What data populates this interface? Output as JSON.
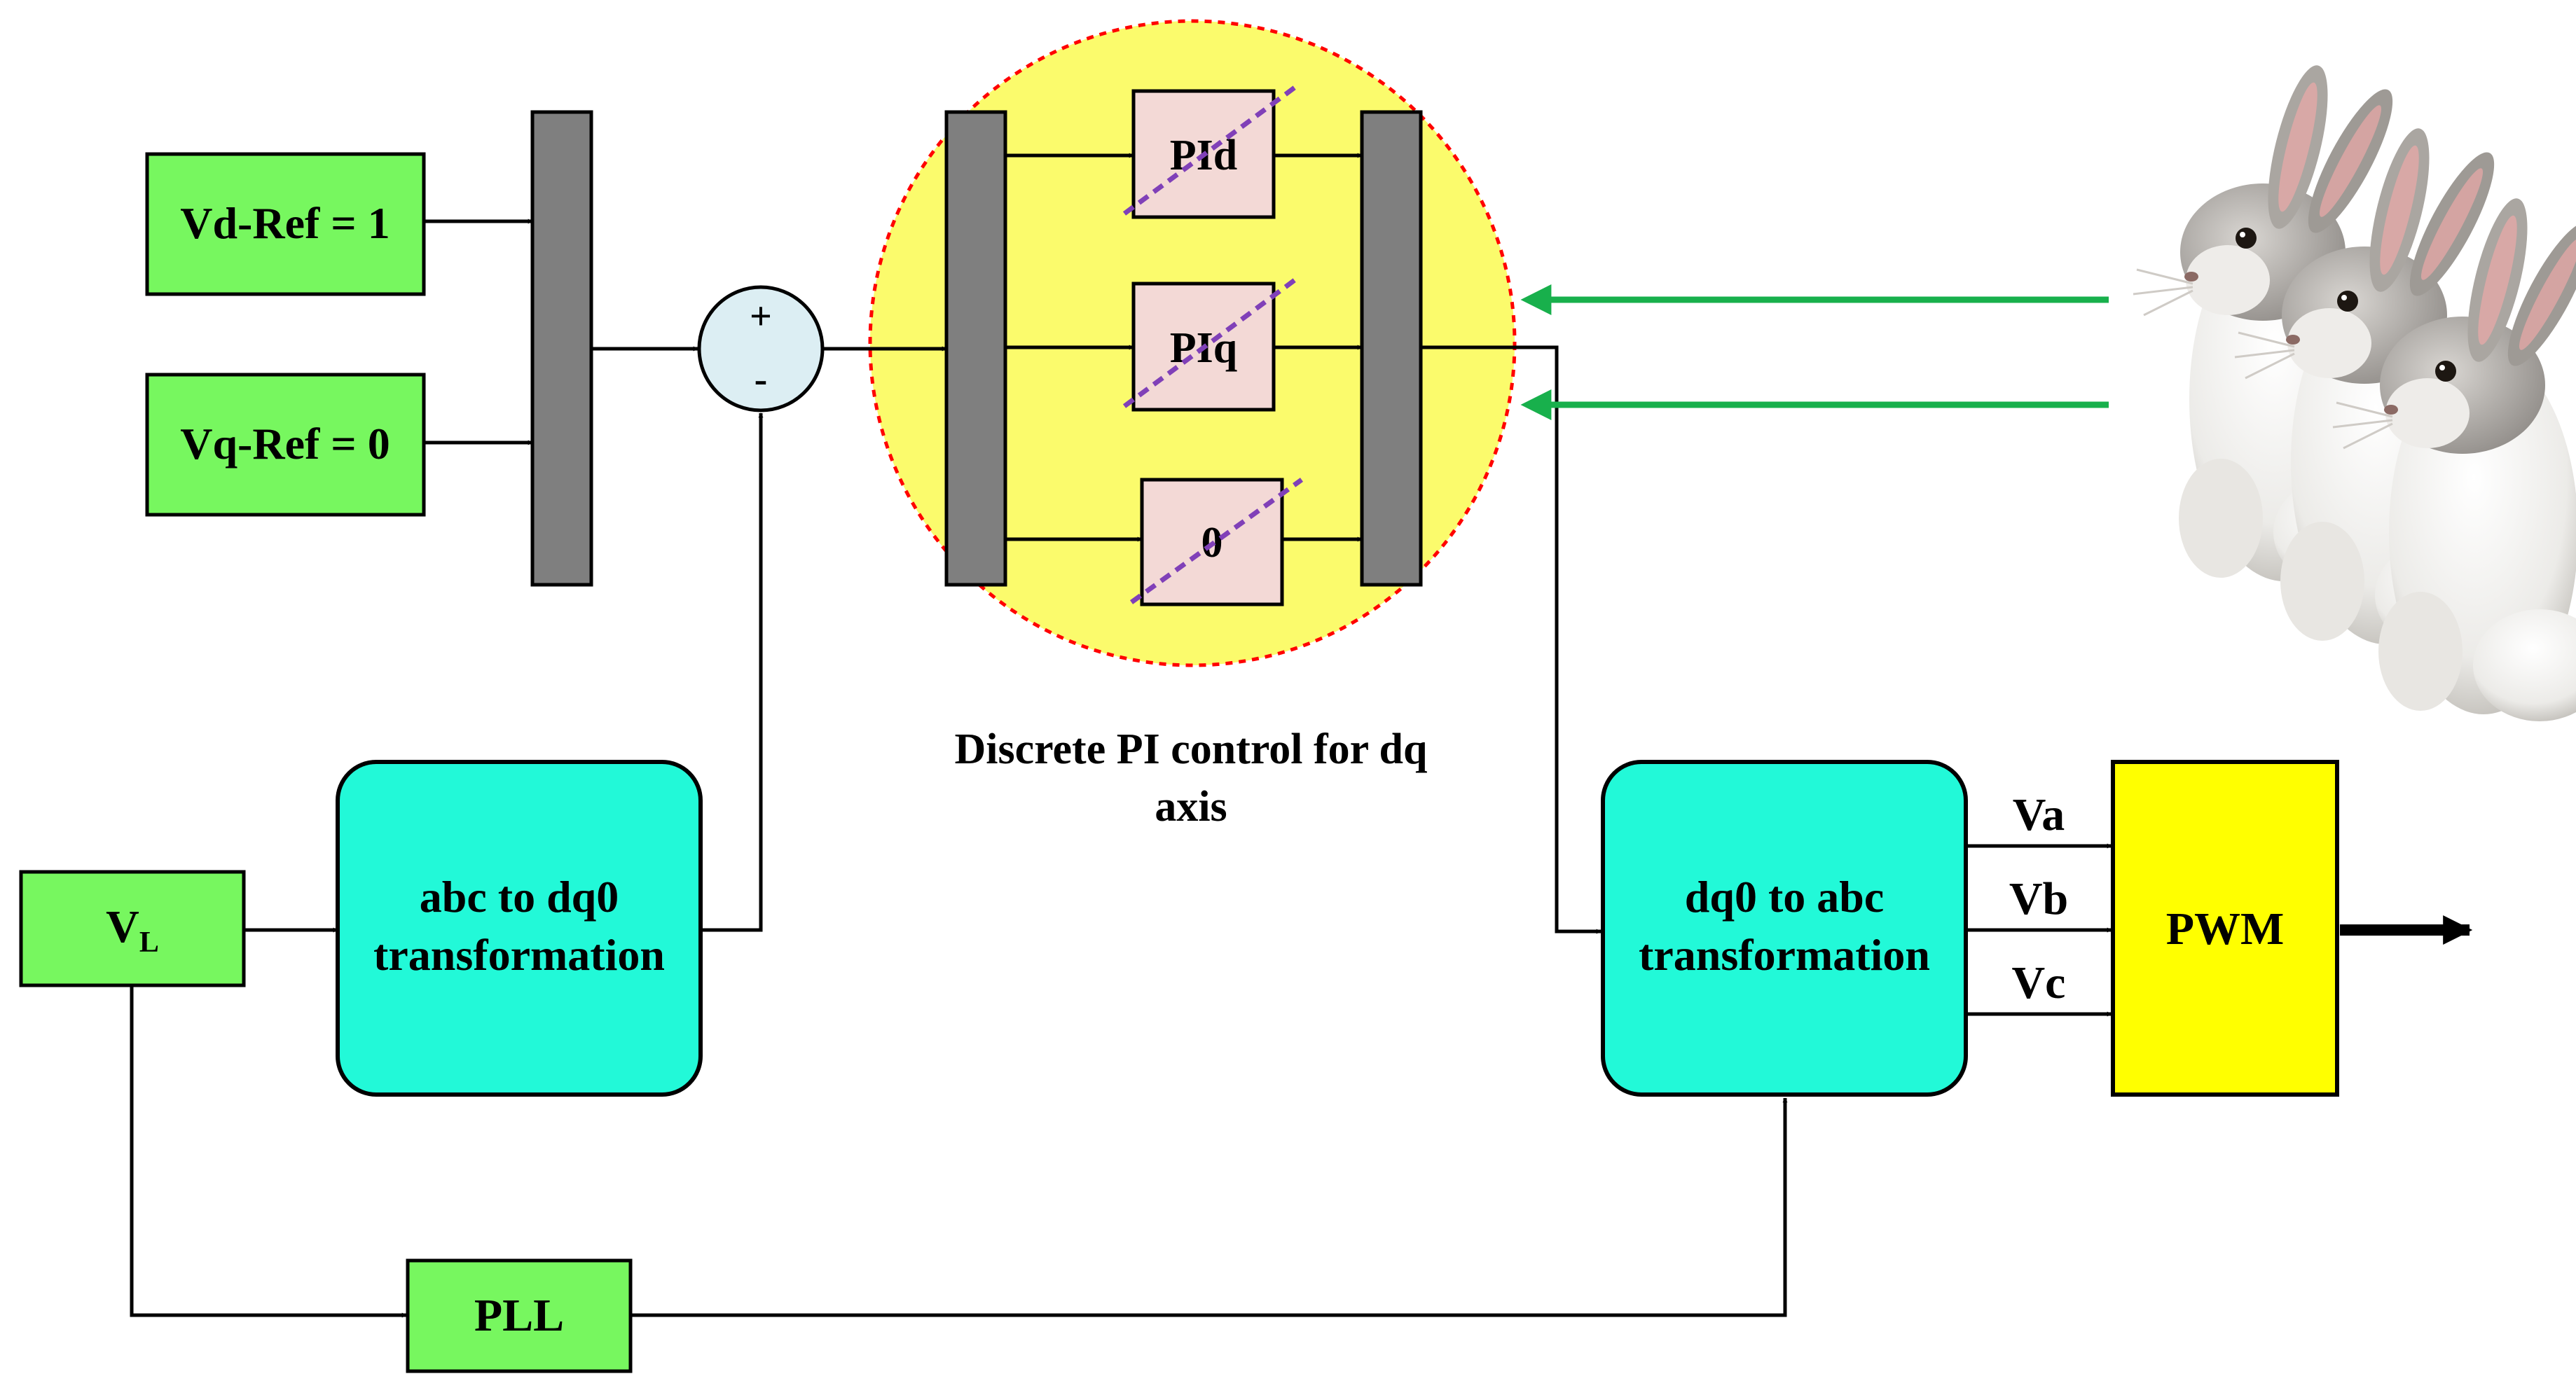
{
  "blocks": {
    "vd_ref": "Vd-Ref = 1",
    "vq_ref": "Vq-Ref = 0",
    "sum_plus": "+",
    "sum_minus": "-",
    "pid": "PId",
    "piq": "PIq",
    "zero": "0",
    "vl_main": "V",
    "vl_sub": "L",
    "abc_dq0_line1": "abc to dq0",
    "abc_dq0_line2": "transformation",
    "dq0_abc_line1": "dq0 to abc",
    "dq0_abc_line2": "transformation",
    "pll": "PLL",
    "pwm": "PWM"
  },
  "signals": {
    "va": "Va",
    "vb": "Vb",
    "vc": "Vc"
  },
  "caption": {
    "line1": "Discrete PI control for dq",
    "line2": "axis"
  },
  "colors": {
    "green_block": "#77f75f",
    "cyan_block": "#22f9d8",
    "yellow_block": "#ffff00",
    "highlight_circle": "#fbfb6c",
    "highlight_border": "#ff0000",
    "pi_block": "#f3d9d6",
    "mux_bar": "#7f7f7f",
    "sum_circle": "#dceef3",
    "green_arrow": "#18b04c",
    "strike": "#8040b8"
  },
  "decoration": {
    "picture": "three-rabbits"
  }
}
